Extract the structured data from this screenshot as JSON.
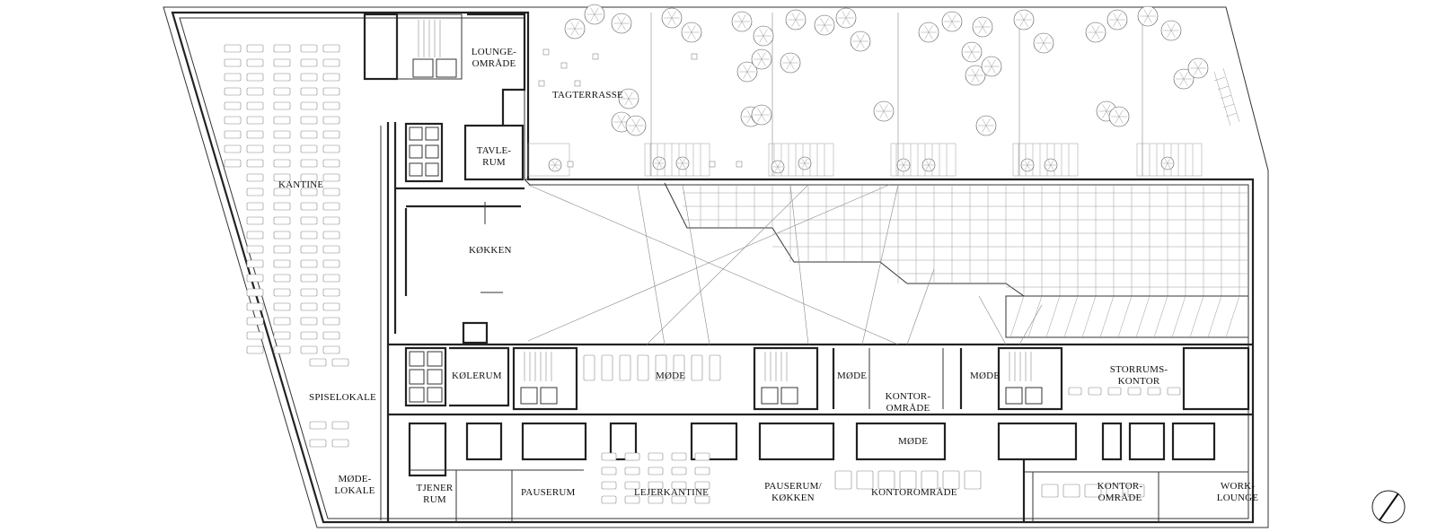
{
  "rooms": {
    "lounge": [
      "LOUNGE-",
      "OMRÅDE"
    ],
    "tagterrasse": "TAGTERRASSE",
    "tavlerum": [
      "TAVLE-",
      "RUM"
    ],
    "kantine": "KANTINE",
    "kokken": "KØKKEN",
    "kolerum": "KØLERUM",
    "mode1": "MØDE",
    "mode2": "MØDE",
    "mode3": "MØDE",
    "mode4": "MØDE",
    "kontoromrade1": [
      "KONTOR-",
      "OMRÅDE"
    ],
    "storrum": [
      "STORRUMS-",
      "KONTOR"
    ],
    "spiselokale": "SPISELOKALE",
    "modelokale": [
      "MØDE-",
      "LOKALE"
    ],
    "tjenerrum": [
      "TJENER",
      "RUM"
    ],
    "pauserum": "PAUSERUM",
    "lejerkantine": "LEJERKANTINE",
    "pauserum_kokken": [
      "PAUSERUM/",
      "KØKKEN"
    ],
    "kontoromrade2": "KONTOROMRÅDE",
    "kontoromrade3": [
      "KONTOR-",
      "OMRÅDE"
    ],
    "worklounge": [
      "WORK-",
      "LOUNGE"
    ]
  },
  "north_arrow": "north-arrow-icon"
}
